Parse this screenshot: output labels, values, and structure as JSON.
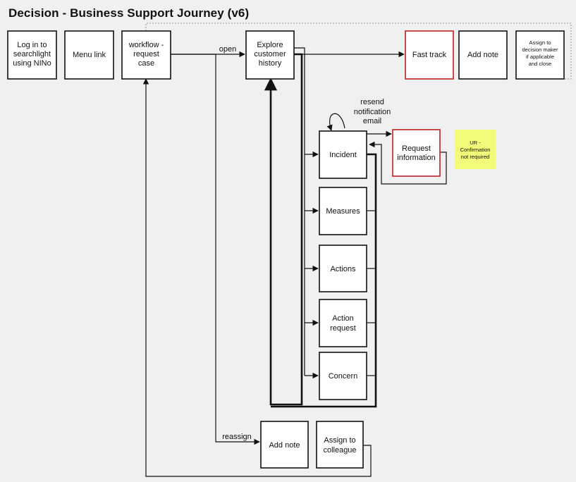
{
  "title": "Decision - Business Support Journey (v6)",
  "nodes": {
    "login": {
      "lines": [
        "Log in to",
        "searchlight",
        "using NINo"
      ]
    },
    "menu_link": {
      "lines": [
        "Menu link"
      ]
    },
    "workflow": {
      "lines": [
        "workflow -",
        "request",
        "case"
      ]
    },
    "explore": {
      "lines": [
        "Explore",
        "customer",
        "history"
      ]
    },
    "fast_track": {
      "lines": [
        "Fast track"
      ]
    },
    "add_note_top": {
      "lines": [
        "Add note"
      ]
    },
    "assign_decision": {
      "lines": [
        "Assign to",
        "decision maker",
        "if applicable",
        "and close"
      ]
    },
    "incident": {
      "lines": [
        "Incident"
      ]
    },
    "request_info": {
      "lines": [
        "Request",
        "information"
      ]
    },
    "measures": {
      "lines": [
        "Measures"
      ]
    },
    "actions": {
      "lines": [
        "Actions"
      ]
    },
    "action_request": {
      "lines": [
        "Action",
        "request"
      ]
    },
    "concern": {
      "lines": [
        "Concern"
      ]
    },
    "add_note_bottom": {
      "lines": [
        "Add note"
      ]
    },
    "assign_colleague": {
      "lines": [
        "Assign to",
        "colleague"
      ]
    }
  },
  "sticky_note": {
    "lines": [
      "UR -",
      "Confirmation",
      "not required"
    ],
    "color": "#f2fb7a"
  },
  "edge_labels": {
    "open": "open",
    "resend": [
      "resend",
      "notification",
      "email"
    ],
    "reassign": "reassign"
  },
  "colors": {
    "highlight_border": "#c0393b",
    "background": "#f0f0f0"
  }
}
